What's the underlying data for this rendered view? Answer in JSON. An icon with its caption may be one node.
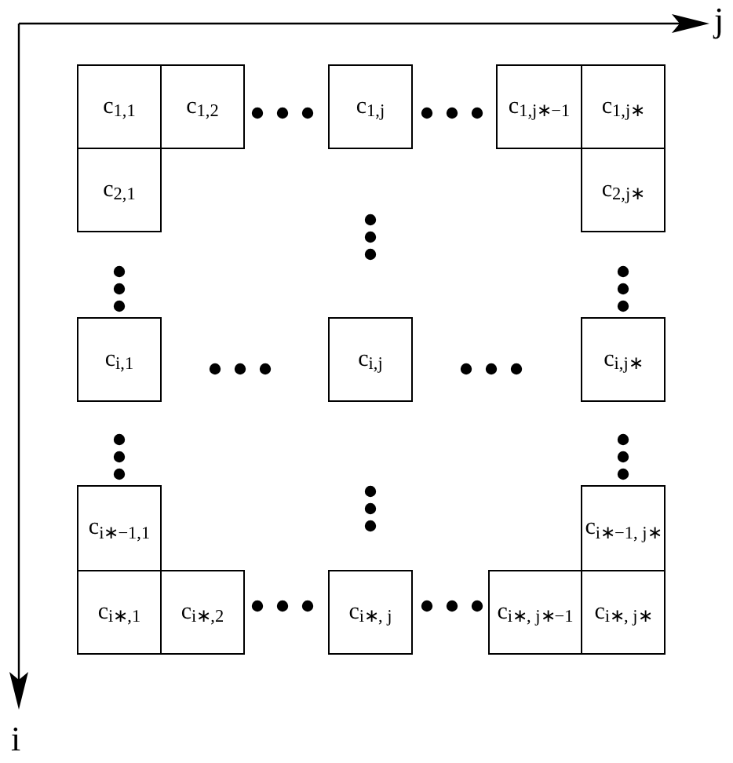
{
  "diagram": {
    "nodes": [
      {
        "text": [
          "c$_{1,1}$"
        ]
      },
      {
        "text": [
          "c$_{1,2}$"
        ]
      },
      {
        "text": [
          "c$_{1,j}$"
        ]
      },
      {
        "text": [
          "c$_{1,j∗−1}$"
        ]
      },
      {
        "text": [
          "c$_{1,j∗}$"
        ]
      },
      {
        "text": [
          "c$_{2,1}$"
        ]
      },
      {
        "text": [
          "c$_{2,j∗}$"
        ]
      },
      {
        "text": [
          "c$_{i,1}$"
        ]
      },
      {
        "text": [
          "c$_{i,j}$"
        ]
      },
      {
        "text": [
          "c$_{i,j∗}$"
        ]
      },
      {
        "text": [
          "c$_{i∗−1,1}$"
        ]
      },
      {
        "text": [
          "c$_{i∗−1, j∗}$"
        ]
      },
      {
        "text": [
          "c$_{i∗,1}$"
        ]
      },
      {
        "text": [
          "c$_{i∗,2}$"
        ]
      },
      {
        "text": [
          "c$_{i∗, j}$"
        ]
      },
      {
        "text": [
          "c$_{i∗, j∗−1}$"
        ]
      },
      {
        "text": [
          "c$_{i∗, j∗}$"
        ]
      }
    ],
    "labels": [
      "j",
      "i"
    ]
  }
}
